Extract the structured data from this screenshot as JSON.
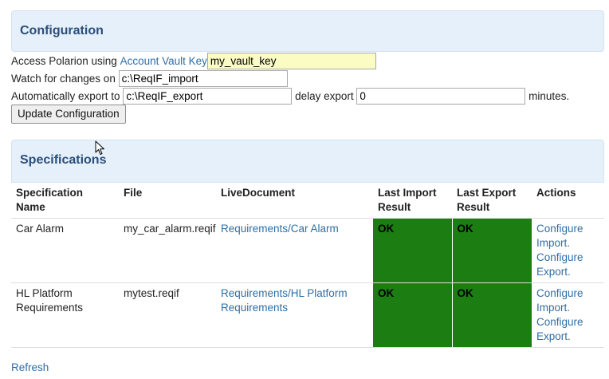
{
  "config": {
    "title": "Configuration",
    "vault_label": "Access Polarion using",
    "vault_link": "Account Vault Key",
    "vault_value": "my_vault_key",
    "watch_label": "Watch for changes on",
    "watch_value": "c:\\ReqIF_import",
    "export_label": "Automatically export to",
    "export_value": "c:\\ReqIF_export",
    "delay_label": "delay export",
    "delay_value": "0",
    "minutes_label": "minutes.",
    "update_button": "Update Configuration"
  },
  "specs": {
    "title": "Specifications",
    "headers": [
      "Specification Name",
      "File",
      "LiveDocument",
      "Last Import Result",
      "Last Export Result",
      "Actions"
    ],
    "rows": [
      {
        "name": "Car Alarm",
        "file": "my_car_alarm.reqif",
        "livedoc": "Requirements/Car Alarm",
        "import_result": "OK",
        "export_result": "OK",
        "configure_import": "Configure Import.",
        "configure_export": "Configure Export."
      },
      {
        "name": "HL Platform Requirements",
        "file": "mytest.reqif",
        "livedoc": "Requirements/HL Platform Requirements",
        "import_result": "OK",
        "export_result": "OK",
        "configure_import": "Configure Import.",
        "configure_export": "Configure Export."
      }
    ],
    "status_color": "#1b7d12"
  },
  "refresh_link": "Refresh",
  "icons": {
    "cursor": "mouse-pointer-icon"
  }
}
